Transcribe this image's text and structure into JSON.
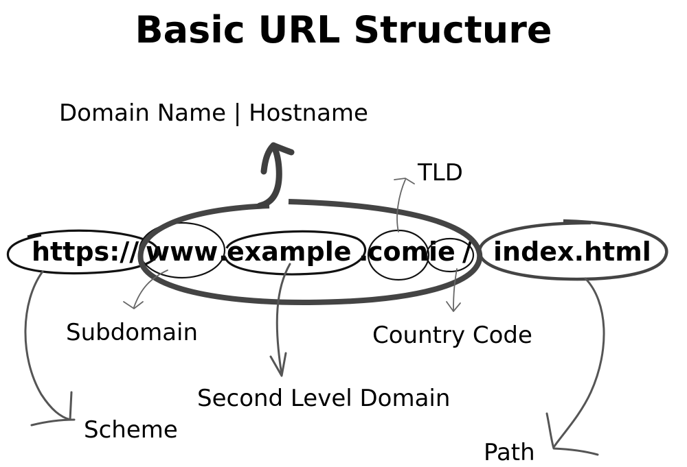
{
  "title": "Basic URL Structure",
  "url_parts": {
    "scheme": "https://",
    "subdomain": "www",
    "dot1": ".",
    "second_level_domain": "example",
    "dot2": ".",
    "tld": "com",
    "dot3": ".",
    "country_code": "ie",
    "slash": "/",
    "path": "index.html"
  },
  "labels": {
    "domain_name": "Domain Name | Hostname",
    "tld": "TLD",
    "subdomain": "Subdomain",
    "country_code": "Country Code",
    "second_level_domain": "Second Level Domain",
    "scheme": "Scheme",
    "path": "Path"
  }
}
